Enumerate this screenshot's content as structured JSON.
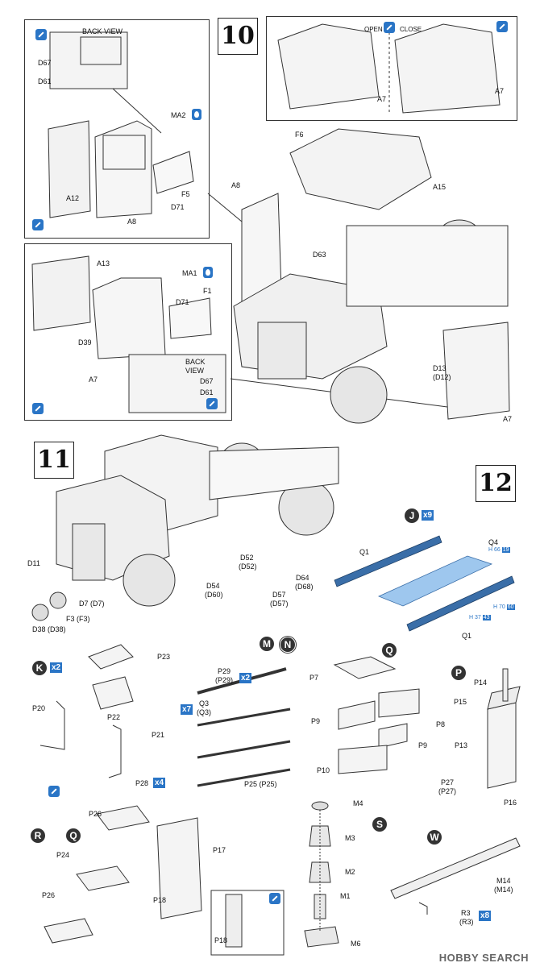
{
  "steps": {
    "s10": "10",
    "s11": "11",
    "s12": "12"
  },
  "views": {
    "back_view_1": "BACK VIEW",
    "back_view_2": "BACK",
    "back_view_2b": "VIEW"
  },
  "toggle": {
    "open": "OPEN",
    "close": "CLOSE"
  },
  "step10_labels": {
    "d67_a": "D67",
    "d61_a": "D61",
    "ma2": "MA2",
    "a12": "A12",
    "f5": "F5",
    "d71_a": "D71",
    "a8_a": "A8",
    "a13": "A13",
    "ma1": "MA1",
    "f1": "F1",
    "d71_b": "D71",
    "d39": "D39",
    "a7_a": "A7",
    "d67_b": "D67",
    "d61_b": "D61",
    "a7_top_left": "A7",
    "a7_top_right": "A7",
    "f6": "F6",
    "a15": "A15",
    "a8_b": "A8",
    "d63": "D63",
    "d13": "D13",
    "d12": "(D12)",
    "a7_b": "A7"
  },
  "step11_labels": {
    "d11": "D11",
    "d7": "D7 (D7)",
    "f3": "F3 (F3)",
    "d38": "D38 (D38)",
    "d52": "D52",
    "d52b": "(D52)",
    "d54": "D54",
    "d60": "(D60)",
    "d57": "D57",
    "d57b": "(D57)",
    "d64": "D64",
    "d68": "(D68)"
  },
  "step12": {
    "letter": "J",
    "count": "x9",
    "q1_a": "Q1",
    "q4": "Q4",
    "q1_b": "Q1",
    "h1": "H 66",
    "h1b": "19",
    "h2": "H 70",
    "h2b": "60",
    "h3": "H 37",
    "h3b": "43"
  },
  "k_group": {
    "letter": "K",
    "count": "x2",
    "p23": "P23",
    "p20": "P20",
    "p22": "P22",
    "p21": "P21",
    "p28": "P28",
    "p28count": "x4"
  },
  "mn_group": {
    "m": "M",
    "n": "N",
    "count": "x7",
    "count2": "x2",
    "p29": "P29",
    "p29b": "(P29)",
    "q3": "Q3",
    "q3b": "(Q3)",
    "p25": "P25 (P25)"
  },
  "q_group": {
    "letter": "Q",
    "p7": "P7",
    "p8": "P8",
    "p9_a": "P9",
    "p9_b": "P9",
    "p10": "P10"
  },
  "p_group": {
    "letter": "P",
    "p14": "P14",
    "p15": "P15",
    "p13": "P13",
    "p27": "P27",
    "p27b": "(P27)",
    "p16": "P16"
  },
  "r_group": {
    "letter": "R",
    "q": "Q",
    "p26_a": "P26",
    "p24": "P24",
    "p17": "P17",
    "p18_a": "P18",
    "p26_b": "P26",
    "p18_b": "P18"
  },
  "s_group": {
    "letter": "S",
    "m4": "M4",
    "m3": "M3",
    "m2": "M2",
    "m1": "M1",
    "m6": "M6"
  },
  "w_group": {
    "letter": "W",
    "m14": "M14",
    "m14b": "(M14)",
    "r3": "R3",
    "r3b": "(R3)",
    "count": "x8"
  },
  "watermark": "HOBBY SEARCH",
  "colors": {
    "accent": "#2a75c6",
    "part_blue": "#3a6ea8",
    "part_light": "#9ec7ee"
  }
}
